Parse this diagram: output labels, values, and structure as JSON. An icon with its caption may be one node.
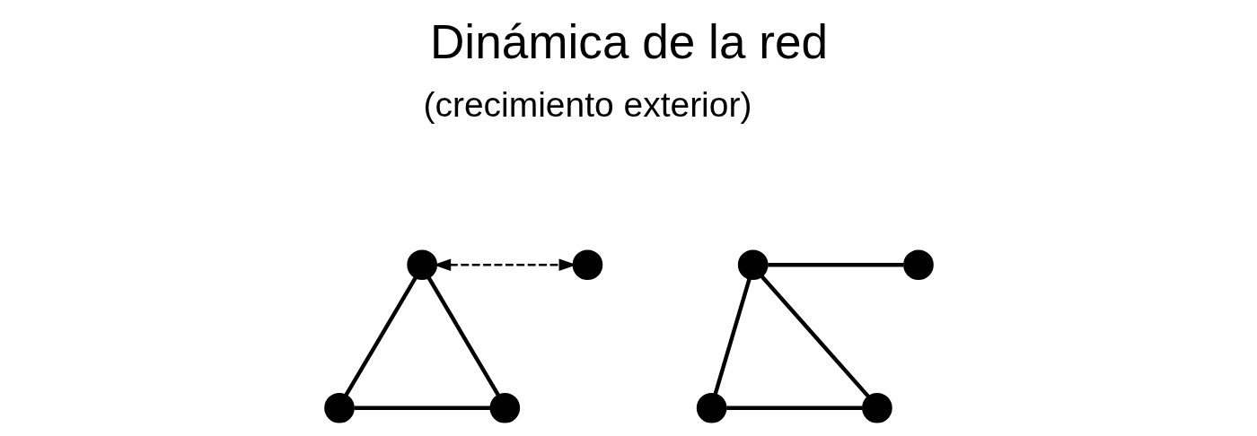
{
  "diagram": {
    "title": "Dinámica de la red",
    "nodes": [
      {
        "text": [],
        "shape": "circle"
      },
      {
        "text": [],
        "shape": "circle"
      },
      {
        "text": [],
        "shape": "circle"
      },
      {
        "text": [],
        "shape": "circle"
      },
      {
        "text": [],
        "shape": "circle"
      },
      {
        "text": [],
        "shape": "circle"
      },
      {
        "text": [],
        "shape": "circle"
      },
      {
        "text": [],
        "shape": "circle"
      }
    ],
    "edges": [
      {
        "from": 0,
        "to": 1,
        "arrow": "both",
        "style": "dashed"
      },
      {
        "from": 0,
        "to": 2,
        "arrow": "none"
      },
      {
        "from": 0,
        "to": 3,
        "arrow": "none"
      },
      {
        "from": 2,
        "to": 3,
        "arrow": "none"
      },
      {
        "from": 4,
        "to": 5,
        "arrow": "none"
      },
      {
        "from": 4,
        "to": 6,
        "arrow": "none"
      },
      {
        "from": 4,
        "to": 7,
        "arrow": "none"
      },
      {
        "from": 6,
        "to": 7,
        "arrow": "none"
      }
    ],
    "labels": [
      "(crecimiento exterior)"
    ]
  }
}
